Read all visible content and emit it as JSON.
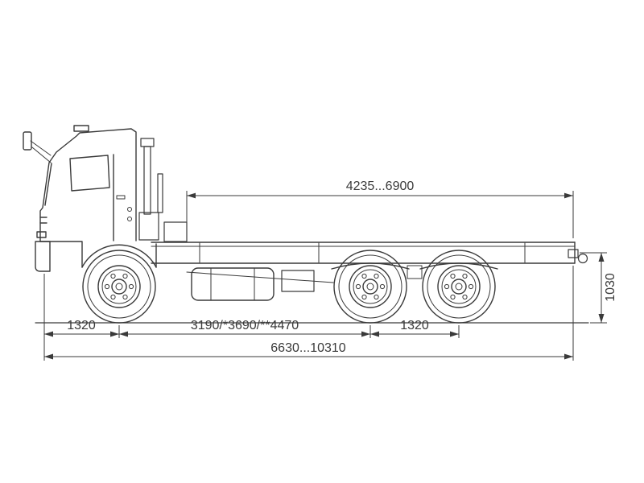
{
  "diagram": {
    "colors": {
      "line": "#3a3a3a",
      "background": "#ffffff"
    },
    "dims": {
      "top_span": "4235...6900",
      "frame_height": "1030",
      "front_overhang": "1320",
      "wheelbase": "3190/*3690/**4470",
      "rear_axle_spacing": "1320",
      "overall_length": "6630...10310"
    }
  }
}
